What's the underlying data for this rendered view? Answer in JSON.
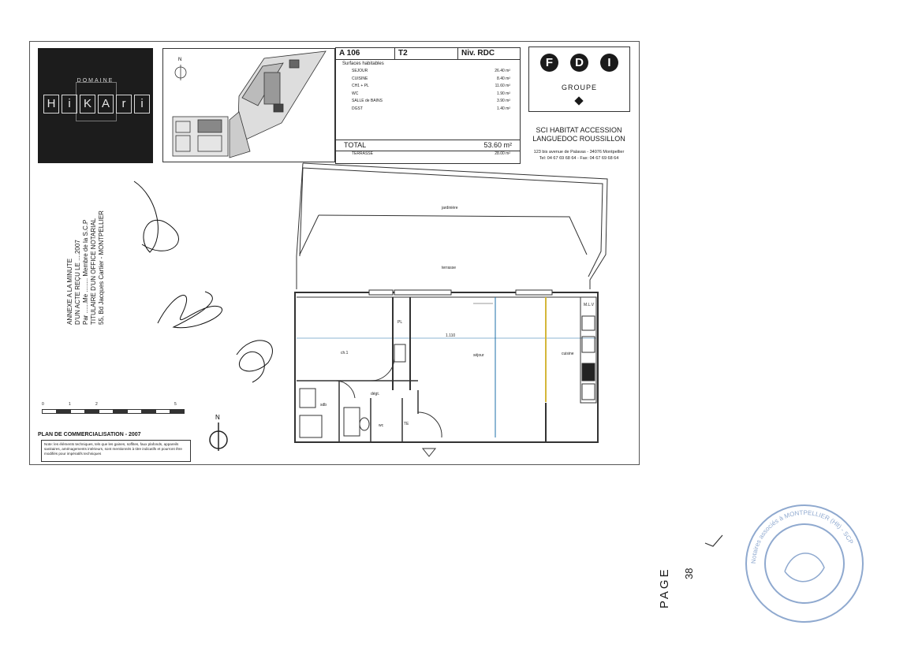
{
  "logo": {
    "brand_small": "DOMAINE",
    "brand_letters": [
      "H",
      "i",
      "K",
      "A",
      "r",
      "i"
    ]
  },
  "header": {
    "lot": "A 106",
    "type": "T2",
    "level": "Niv. RDC",
    "surfaces_title": "Surfaces habitables",
    "surfaces": [
      {
        "label": "SEJOUR",
        "value": "26.40 m²"
      },
      {
        "label": "CUISINE",
        "value": "8.40 m²"
      },
      {
        "label": "CH1 + PL",
        "value": "11.60 m²"
      },
      {
        "label": "WC",
        "value": "1.90 m²"
      },
      {
        "label": "SALLE de BAINS",
        "value": "3.90 m²"
      },
      {
        "label": "DGST",
        "value": "1.40 m²"
      }
    ],
    "total_label": "TOTAL",
    "total_value": "53.60 m²",
    "terrace_label": "TERRASSE",
    "terrace_value": "28.00 m²"
  },
  "company": {
    "logo_letters": [
      "F",
      "D",
      "I"
    ],
    "logo_group": "GROUPE",
    "name_line1": "SCI HABITAT ACCESSION",
    "name_line2": "LANGUEDOC ROUSSILLON",
    "address": "123 bis avenue de Palavas - 34076 Montpellier",
    "phone": "Tel: 04 67 69 68 64 - Fax: 04 67 69 68 64"
  },
  "plan_labels": {
    "jardiniere": "jardinière",
    "terrasse": "terrasse",
    "chambre": "ch.1",
    "sejour": "séjour",
    "cuisine": "cuisine",
    "degagement": "dégt.",
    "sdb": "sdb",
    "wc": "wc",
    "pl": "PL",
    "te": "TE",
    "ml_lv": "M.L.V",
    "dim": "1.110"
  },
  "annotation": {
    "lines": [
      "ANNEXE A LA MINUTE",
      "D'UN ACTE REÇU LE ....2007",
      "Par ......Me ........ Membre de la S.C.P",
      "TITULAIRE D'UN OFFICE NOTARIAL",
      "55, Bd Jacques Cartier - MONTPELLIER"
    ]
  },
  "footer": {
    "plan_title": "PLAN DE COMMERCIALISATION - 2007",
    "note": "Note: les éléments techniques, tels que les gaines, soffites, faux plafonds, appareils sanitaires, aménagements intérieurs, sont mentionnés à titre indicatifs et pourront être modifiés pour impératifs techniques",
    "scale_labels": [
      "0",
      "1",
      "2",
      "5"
    ],
    "north": "N"
  },
  "page": {
    "label": "PAGE",
    "number": "38"
  },
  "stamp": {
    "text": "Notaires associés à MONTPELLIER (Hlt) - SCP"
  }
}
